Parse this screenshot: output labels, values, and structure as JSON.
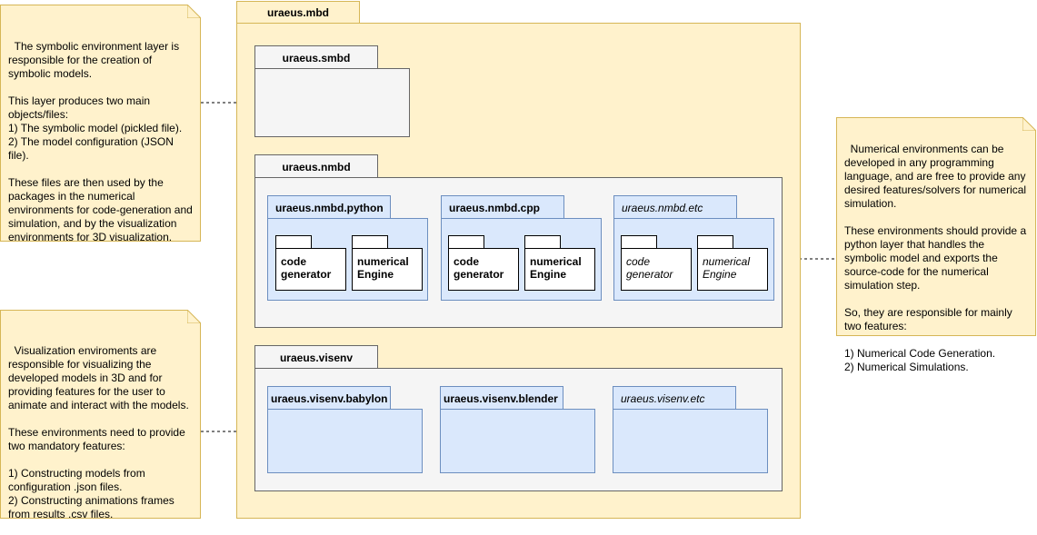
{
  "notes": {
    "symbolic": "The symbolic environment layer is responsible for the creation of symbolic models.\n\nThis layer produces two main objects/files:\n1) The symbolic model (pickled file).\n2) The model configuration (JSON file).\n\nThese files are then used by the packages in the numerical environments for code-generation and simulation, and by the visualization environments for 3D visualization.",
    "visualization": "Visualization enviroments are responsible for visualizing the developed models in 3D and for providing features for the user to animate and interact with the models.\n\nThese environments need to provide two mandatory features:\n\n1) Constructing models from configuration .json files.\n2) Constructing animations frames from results .csv files.",
    "numerical": "Numerical environments can be developed in any programming language, and are free to provide any desired features/solvers for numerical simulation.\n\nThese environments should provide a python layer that handles the symbolic model and exports the source-code for the numerical simulation step.\n\nSo, they are responsible for mainly two features:\n\n1) Numerical Code Generation.\n2) Numerical Simulations."
  },
  "packages": {
    "mbd": "uraeus.mbd",
    "smbd": "uraeus.smbd",
    "nmbd": "uraeus.nmbd",
    "nmbd_python": "uraeus.nmbd.python",
    "nmbd_cpp": "uraeus.nmbd.cpp",
    "nmbd_etc": "uraeus.nmbd.etc",
    "visenv": "uraeus.visenv",
    "visenv_babylon": "uraeus.visenv.babylon",
    "visenv_blender": "uraeus.visenv.blender",
    "visenv_etc": "uraeus.visenv.etc"
  },
  "components": {
    "python_codegen": "code\ngenerator",
    "python_engine": "numerical\nEngine",
    "cpp_codegen": "code\ngenerator",
    "cpp_engine": "numerical\nEngine",
    "etc_codegen": "code\ngenerator",
    "etc_engine": "numerical\nEngine"
  },
  "colors": {
    "note_fill": "#fff2cc",
    "note_stroke": "#d6b656",
    "package_fill": "#f5f5f5",
    "package_stroke": "#666666",
    "subpackage_fill": "#dae8fc",
    "subpackage_stroke": "#6c8ebf",
    "connector": "#000000"
  }
}
